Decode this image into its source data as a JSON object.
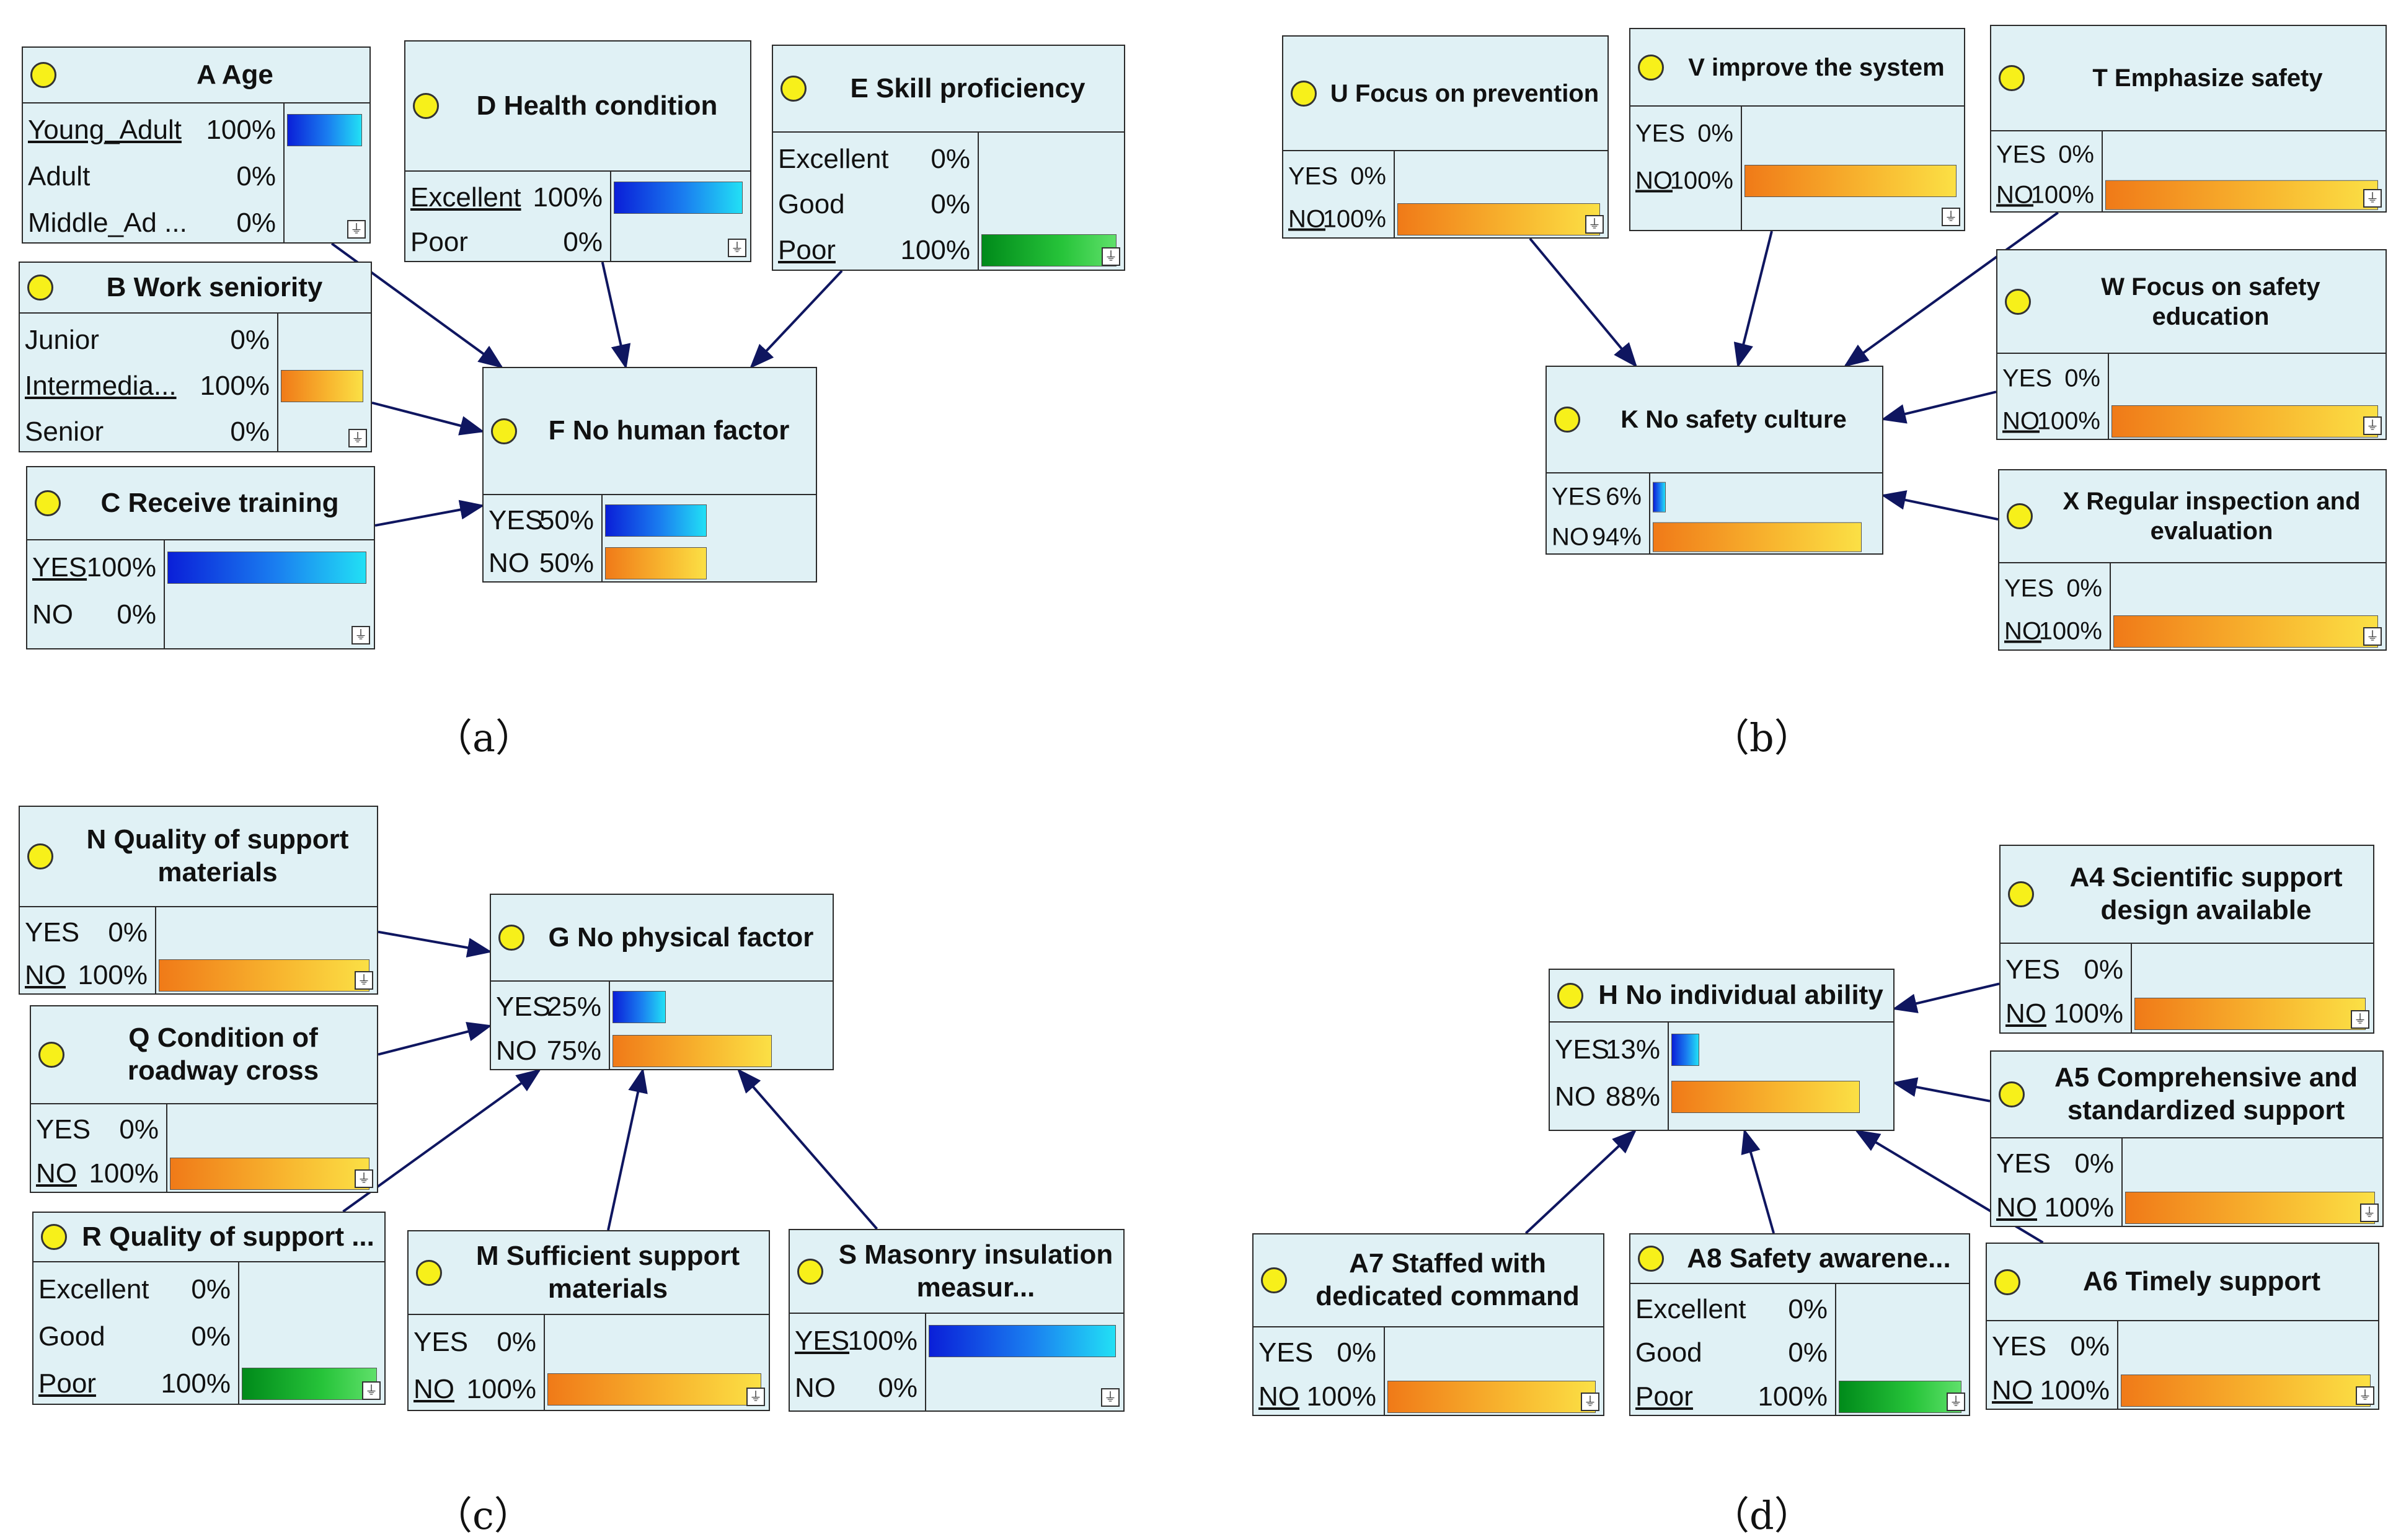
{
  "panels": [
    {
      "label": "（a）",
      "nodes": [
        {
          "id": "A",
          "title": "A Age",
          "rows": [
            {
              "state": "Young_Adult",
              "pct": "100%",
              "value": 100,
              "color": "blue",
              "selected": true
            },
            {
              "state": "Adult",
              "pct": "0%",
              "value": 0,
              "color": "orange",
              "selected": false
            },
            {
              "state": "Middle_Ad ...",
              "pct": "0%",
              "value": 0,
              "color": "orange",
              "selected": false
            }
          ]
        },
        {
          "id": "B",
          "title": "B Work seniority",
          "rows": [
            {
              "state": "Junior",
              "pct": "0%",
              "value": 0,
              "color": "orange",
              "selected": false
            },
            {
              "state": "Intermedia...",
              "pct": "100%",
              "value": 100,
              "color": "orange",
              "selected": true
            },
            {
              "state": "Senior",
              "pct": "0%",
              "value": 0,
              "color": "orange",
              "selected": false
            }
          ]
        },
        {
          "id": "C",
          "title": "C Receive training",
          "rows": [
            {
              "state": "YES",
              "pct": "100%",
              "value": 100,
              "color": "blue",
              "selected": true
            },
            {
              "state": "NO",
              "pct": "0%",
              "value": 0,
              "color": "orange",
              "selected": false
            }
          ]
        },
        {
          "id": "D",
          "title": "D Health condition",
          "rows": [
            {
              "state": "Excellent",
              "pct": "100%",
              "value": 100,
              "color": "blue",
              "selected": true
            },
            {
              "state": "Poor",
              "pct": "0%",
              "value": 0,
              "color": "orange",
              "selected": false
            }
          ]
        },
        {
          "id": "E",
          "title": "E Skill proficiency",
          "rows": [
            {
              "state": "Excellent",
              "pct": "0%",
              "value": 0,
              "color": "orange",
              "selected": false
            },
            {
              "state": "Good",
              "pct": "0%",
              "value": 0,
              "color": "orange",
              "selected": false
            },
            {
              "state": "Poor",
              "pct": "100%",
              "value": 100,
              "color": "green",
              "selected": true
            }
          ]
        },
        {
          "id": "F",
          "title": "F No human factor",
          "rows": [
            {
              "state": "YES",
              "pct": "50%",
              "value": 50,
              "color": "blue",
              "selected": false
            },
            {
              "state": "NO",
              "pct": "50%",
              "value": 50,
              "color": "orange",
              "selected": false
            }
          ]
        }
      ]
    },
    {
      "label": "（b）",
      "nodes": [
        {
          "id": "U",
          "title": "U Focus on prevention",
          "rows": [
            {
              "state": "YES",
              "pct": "0%",
              "value": 0,
              "color": "blue",
              "selected": false
            },
            {
              "state": "NO",
              "pct": "100%",
              "value": 100,
              "color": "orange",
              "selected": true
            }
          ]
        },
        {
          "id": "V",
          "title": "V improve the system",
          "rows": [
            {
              "state": "YES",
              "pct": "0%",
              "value": 0,
              "color": "blue",
              "selected": false
            },
            {
              "state": "NO",
              "pct": "100%",
              "value": 100,
              "color": "orange",
              "selected": true
            }
          ]
        },
        {
          "id": "T",
          "title": "T Emphasize safety",
          "rows": [
            {
              "state": "YES",
              "pct": "0%",
              "value": 0,
              "color": "blue",
              "selected": false
            },
            {
              "state": "NO",
              "pct": "100%",
              "value": 100,
              "color": "orange",
              "selected": true
            }
          ]
        },
        {
          "id": "W",
          "title": "W Focus on safety education",
          "rows": [
            {
              "state": "YES",
              "pct": "0%",
              "value": 0,
              "color": "blue",
              "selected": false
            },
            {
              "state": "NO",
              "pct": "100%",
              "value": 100,
              "color": "orange",
              "selected": true
            }
          ]
        },
        {
          "id": "X",
          "title": "X Regular inspection and evaluation",
          "rows": [
            {
              "state": "YES",
              "pct": "0%",
              "value": 0,
              "color": "blue",
              "selected": false
            },
            {
              "state": "NO",
              "pct": "100%",
              "value": 100,
              "color": "orange",
              "selected": true
            }
          ]
        },
        {
          "id": "K",
          "title": "K No safety culture",
          "rows": [
            {
              "state": "YES",
              "pct": "6%",
              "value": 6,
              "color": "blue",
              "selected": false
            },
            {
              "state": "NO",
              "pct": "94%",
              "value": 94,
              "color": "orange",
              "selected": false
            }
          ]
        }
      ]
    },
    {
      "label": "（c）",
      "nodes": [
        {
          "id": "N",
          "title": "N Quality of support materials",
          "rows": [
            {
              "state": "YES",
              "pct": "0%",
              "value": 0,
              "color": "blue",
              "selected": false
            },
            {
              "state": "NO",
              "pct": "100%",
              "value": 100,
              "color": "orange",
              "selected": true
            }
          ]
        },
        {
          "id": "Q",
          "title": "Q Condition of roadway cross",
          "rows": [
            {
              "state": "YES",
              "pct": "0%",
              "value": 0,
              "color": "blue",
              "selected": false
            },
            {
              "state": "NO",
              "pct": "100%",
              "value": 100,
              "color": "orange",
              "selected": true
            }
          ]
        },
        {
          "id": "R",
          "title": "R Quality of support ...",
          "rows": [
            {
              "state": "Excellent",
              "pct": "0%",
              "value": 0,
              "color": "orange",
              "selected": false
            },
            {
              "state": "Good",
              "pct": "0%",
              "value": 0,
              "color": "orange",
              "selected": false
            },
            {
              "state": "Poor",
              "pct": "100%",
              "value": 100,
              "color": "green",
              "selected": true
            }
          ]
        },
        {
          "id": "M",
          "title": "M Sufficient support materials",
          "rows": [
            {
              "state": "YES",
              "pct": "0%",
              "value": 0,
              "color": "blue",
              "selected": false
            },
            {
              "state": "NO",
              "pct": "100%",
              "value": 100,
              "color": "orange",
              "selected": true
            }
          ]
        },
        {
          "id": "S",
          "title": "S Masonry insulation measur...",
          "rows": [
            {
              "state": "YES",
              "pct": "100%",
              "value": 100,
              "color": "blue",
              "selected": true
            },
            {
              "state": "NO",
              "pct": "0%",
              "value": 0,
              "color": "orange",
              "selected": false
            }
          ]
        },
        {
          "id": "G",
          "title": "G No physical factor",
          "rows": [
            {
              "state": "YES",
              "pct": "25%",
              "value": 25,
              "color": "blue",
              "selected": false
            },
            {
              "state": "NO",
              "pct": "75%",
              "value": 75,
              "color": "orange",
              "selected": false
            }
          ]
        }
      ]
    },
    {
      "label": "（d）",
      "nodes": [
        {
          "id": "A4",
          "title": "A4 Scientific support design available",
          "rows": [
            {
              "state": "YES",
              "pct": "0%",
              "value": 0,
              "color": "blue",
              "selected": false
            },
            {
              "state": "NO",
              "pct": "100%",
              "value": 100,
              "color": "orange",
              "selected": true
            }
          ]
        },
        {
          "id": "A5",
          "title": "A5 Comprehensive and standardized support",
          "rows": [
            {
              "state": "YES",
              "pct": "0%",
              "value": 0,
              "color": "blue",
              "selected": false
            },
            {
              "state": "NO",
              "pct": "100%",
              "value": 100,
              "color": "orange",
              "selected": true
            }
          ]
        },
        {
          "id": "A6",
          "title": "A6 Timely support",
          "rows": [
            {
              "state": "YES",
              "pct": "0%",
              "value": 0,
              "color": "blue",
              "selected": false
            },
            {
              "state": "NO",
              "pct": "100%",
              "value": 100,
              "color": "orange",
              "selected": true
            }
          ]
        },
        {
          "id": "A7",
          "title": "A7 Staffed with dedicated command",
          "rows": [
            {
              "state": "YES",
              "pct": "0%",
              "value": 0,
              "color": "blue",
              "selected": false
            },
            {
              "state": "NO",
              "pct": "100%",
              "value": 100,
              "color": "orange",
              "selected": true
            }
          ]
        },
        {
          "id": "A8",
          "title": "A8 Safety awarene...",
          "rows": [
            {
              "state": "Excellent",
              "pct": "0%",
              "value": 0,
              "color": "orange",
              "selected": false
            },
            {
              "state": "Good",
              "pct": "0%",
              "value": 0,
              "color": "orange",
              "selected": false
            },
            {
              "state": "Poor",
              "pct": "100%",
              "value": 100,
              "color": "green",
              "selected": true
            }
          ]
        },
        {
          "id": "H",
          "title": "H No individual ability",
          "rows": [
            {
              "state": "YES",
              "pct": "13%",
              "value": 13,
              "color": "blue",
              "selected": false
            },
            {
              "state": "NO",
              "pct": "88%",
              "value": 88,
              "color": "orange",
              "selected": false
            }
          ]
        }
      ]
    }
  ],
  "edges": [
    [
      "A",
      "F"
    ],
    [
      "B",
      "F"
    ],
    [
      "C",
      "F"
    ],
    [
      "D",
      "F"
    ],
    [
      "E",
      "F"
    ],
    [
      "U",
      "K"
    ],
    [
      "V",
      "K"
    ],
    [
      "T",
      "K"
    ],
    [
      "W",
      "K"
    ],
    [
      "X",
      "K"
    ],
    [
      "N",
      "G"
    ],
    [
      "Q",
      "G"
    ],
    [
      "R",
      "G"
    ],
    [
      "M",
      "G"
    ],
    [
      "S",
      "G"
    ],
    [
      "A4",
      "H"
    ],
    [
      "A5",
      "H"
    ],
    [
      "A6",
      "H"
    ],
    [
      "A7",
      "H"
    ],
    [
      "A8",
      "H"
    ]
  ],
  "colors": {
    "node_fill": "#e0f1f5",
    "edge": "#0f1660",
    "bulb": "#f7f01a"
  }
}
